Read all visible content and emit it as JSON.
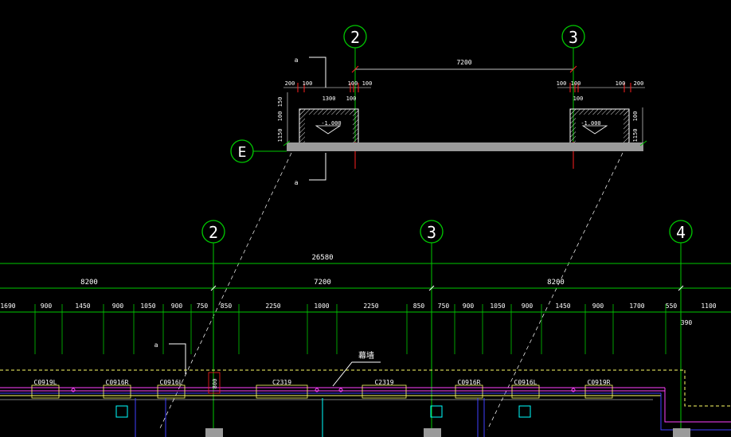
{
  "colors": {
    "background": "#000000",
    "grid_line": "#00c800",
    "dimension": "#ffffff",
    "axis_line_red": "#ff2020",
    "wall_fill": "#9a9a9a",
    "leader": "#ffffff",
    "window_yellow": "#ffff66",
    "magenta": "#ff40ff",
    "blue": "#4040ff",
    "cyan": "#00ffff",
    "hatch": "#d8d8d8",
    "level_tag": "#ffffff"
  },
  "detail": {
    "axis_2": "2",
    "axis_3": "3",
    "axis_e": "E",
    "span": "7200",
    "left_dims": [
      "200",
      "100",
      "100",
      "100"
    ],
    "right_dims": [
      "100",
      "100",
      "100",
      "200"
    ],
    "left_width": "1300",
    "left_sub": "100",
    "right_sub": "100",
    "vertical_dims": [
      "150",
      "100",
      "1150"
    ],
    "right_vertical_dims": [
      "100",
      "1150"
    ],
    "level_left": "-1.000",
    "level_right": "-1.000",
    "section_top": "a",
    "section_bottom": "a"
  },
  "plan": {
    "axes": [
      "2",
      "3",
      "4"
    ],
    "total": "26580",
    "spans": [
      "8200",
      "7200",
      "8200"
    ],
    "subdims": [
      "1690",
      "900",
      "1450",
      "900",
      "1050",
      "900",
      "750",
      "850",
      "2250",
      "1000",
      "2250",
      "850",
      "750",
      "900",
      "1050",
      "900",
      "1450",
      "900",
      "1700",
      "550",
      "1100"
    ],
    "subdim_extra": "390",
    "section_mark": "a",
    "curtain_wall": "幕墙",
    "windows": [
      "C0919L",
      "C0916R",
      "C0916L",
      "C2319",
      "C2319",
      "C0916R",
      "C0916L",
      "C0919R"
    ],
    "small_dim": "800"
  }
}
